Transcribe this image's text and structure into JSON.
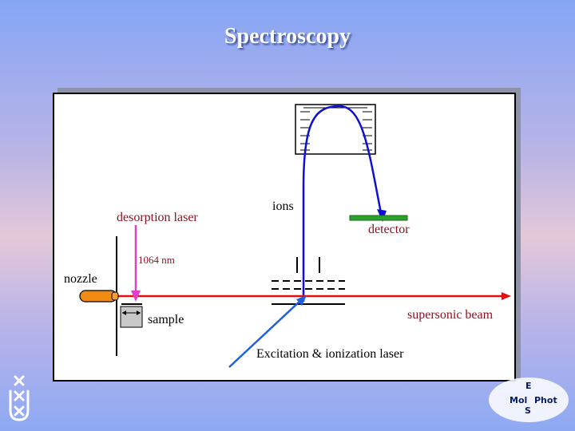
{
  "slide": {
    "title": "Spectroscopy"
  },
  "diagram": {
    "labels": {
      "desorption_laser": "desorption laser",
      "ions": "ions",
      "detector": "detector",
      "wavelength": "1064 nm",
      "nozzle": "nozzle",
      "sample": "sample",
      "supersonic_beam": "supersonic beam",
      "excitation_laser": "Excitation & ionization laser"
    },
    "colors": {
      "desorption_beam": "#e040c8",
      "supersonic_beam": "#e01010",
      "ion_path": "#1010d0",
      "excitation_beam": "#1e60e0",
      "detector": "#2aa12a",
      "nozzle": "#f08a10",
      "label_text": "#8b0f1f"
    }
  },
  "logos": {
    "molphot": {
      "top": "E",
      "left": "Mol",
      "right": "Phot",
      "bottom": "S"
    }
  }
}
